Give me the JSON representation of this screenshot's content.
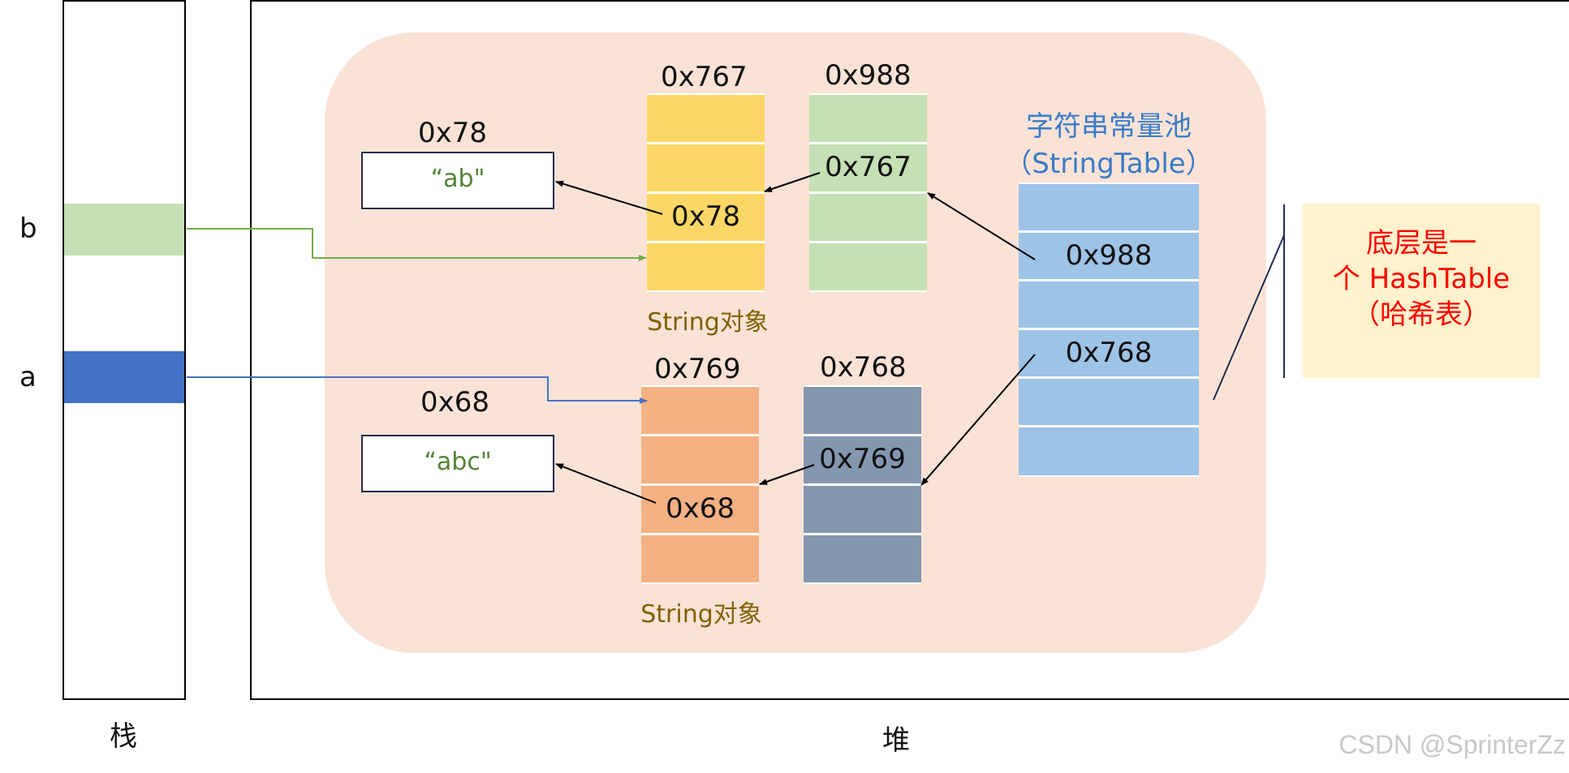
{
  "stack": {
    "label": "栈",
    "var_b": "b",
    "var_a": "a"
  },
  "heap": {
    "label": "堆"
  },
  "top_group": {
    "string_value": "“ab\"",
    "string_addr": "0x78",
    "obj_addr": "0x767",
    "obj_cell_value": "0x78",
    "obj_caption": "String对象",
    "arr_addr": "0x988",
    "arr_cell_value": "0x767"
  },
  "bottom_group": {
    "string_value": "“abc\"",
    "string_addr": "0x68",
    "obj_addr": "0x769",
    "obj_cell_value": "0x68",
    "obj_caption": "String对象",
    "arr_addr": "0x768",
    "arr_cell_value": "0x769"
  },
  "pool": {
    "title_line1": "字符串常量池",
    "title_line2": "（StringTable）",
    "entry_1": "0x988",
    "entry_2": "0x768"
  },
  "note": {
    "line1": "底层是一",
    "line2": "个 HashTable",
    "line3": "（哈希表）"
  },
  "watermark": "CSDN @SprinterZz",
  "colors": {
    "heap_bg": "#fae3d6",
    "yellow": "#fdd766",
    "green": "#c5e0b4",
    "orange": "#f4b183",
    "slate": "#8497b0",
    "pool_blue": "#9dc3e6",
    "stack_blue": "#4472c4",
    "note_bg": "#fff2cc",
    "note_text": "#ff0000",
    "pool_title": "#3a7bc8",
    "caption": "#806000",
    "string_text": "#548235"
  }
}
